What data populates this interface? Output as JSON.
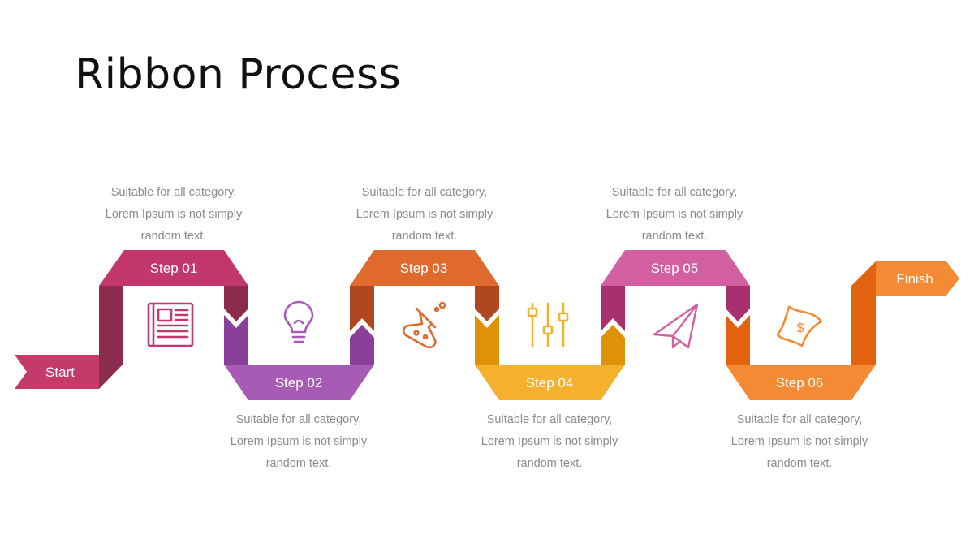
{
  "title": "Ribbon Process",
  "start_label": "Start",
  "finish_label": "Finish",
  "steps": [
    {
      "label": "Step 01",
      "icon": "newspaper-icon",
      "color": "#c2386d",
      "desc": [
        "Suitable for all category,",
        "Lorem Ipsum is not simply",
        "random text."
      ]
    },
    {
      "label": "Step 02",
      "icon": "lightbulb-icon",
      "color": "#a85bb5",
      "desc": [
        "Suitable for all category,",
        "Lorem Ipsum is not simply",
        "random text."
      ]
    },
    {
      "label": "Step 03",
      "icon": "flask-icon",
      "color": "#e06a2d",
      "desc": [
        "Suitable for all category,",
        "Lorem Ipsum is not simply",
        "random text."
      ]
    },
    {
      "label": "Step 04",
      "icon": "sliders-icon",
      "color": "#f5b12d",
      "desc": [
        "Suitable for all category,",
        "Lorem Ipsum is not simply",
        "random text."
      ]
    },
    {
      "label": "Step 05",
      "icon": "paper-plane-icon",
      "color": "#d260a1",
      "desc": [
        "Suitable for all category,",
        "Lorem Ipsum is not simply",
        "random text."
      ]
    },
    {
      "label": "Step 06",
      "icon": "money-icon",
      "color": "#f58a34",
      "desc": [
        "Suitable for all category,",
        "Lorem Ipsum is not simply",
        "random text."
      ]
    }
  ]
}
